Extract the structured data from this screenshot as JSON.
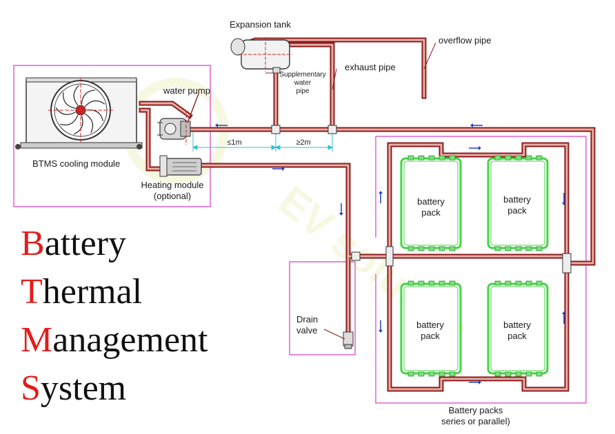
{
  "labels": {
    "expansion_tank": "Expansion tank",
    "overflow_pipe": "overflow pipe",
    "exhaust_pipe": "exhaust pipe",
    "supplementary_line1": "Supplementary",
    "supplementary_line2": "water",
    "supplementary_line3": "pipe",
    "water_pump": "water pump",
    "btms_cooling_module": "BTMS cooling module",
    "heating_module_line1": "Heating module",
    "heating_module_line2": "(optional)",
    "drain_valve_line1": "Drain",
    "drain_valve_line2": "valve",
    "dimension_left": "≤1m",
    "dimension_right": "≥2m",
    "battery_pack_line1": "battery",
    "battery_pack_line2": "pack",
    "battery_packs_caption_line1": "Battery packs",
    "battery_packs_caption_line2": "series or parallel)"
  },
  "title": [
    {
      "initial": "B",
      "rest": "attery"
    },
    {
      "initial": "T",
      "rest": "hermal"
    },
    {
      "initial": "M",
      "rest": "anagement"
    },
    {
      "initial": "S",
      "rest": "ystem"
    }
  ],
  "watermark": "EV solution",
  "colors": {
    "pipe": "#8b1c1c",
    "pipe_fill": "#e6b0a8",
    "box_outline": "#e060d0",
    "battery_outline": "#44d444",
    "flow_arrow": "#1f3fbf",
    "title_initial": "#e31c1c",
    "dimension_line": "#35c0d0",
    "watermark": "#eef3c8"
  },
  "icons": {
    "fan": "radiator-fan-icon",
    "pump": "water-pump-icon",
    "heater": "heater-icon",
    "tank": "expansion-tank-icon",
    "valve": "drain-valve-icon"
  }
}
